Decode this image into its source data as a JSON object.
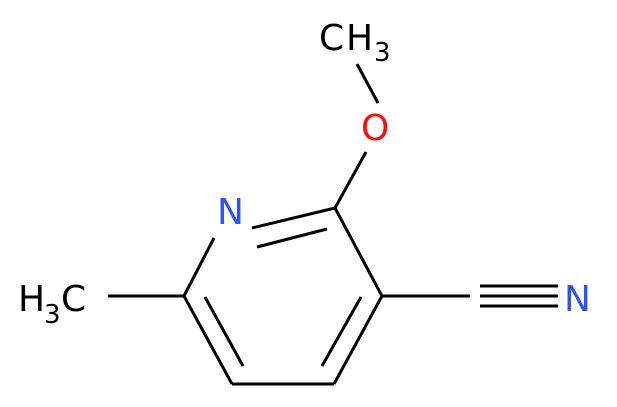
{
  "molecule": {
    "atoms": {
      "methoxy_methyl": {
        "element": "C",
        "hydrogens": "H",
        "h_count": "3",
        "color": "#000000"
      },
      "oxygen": {
        "element": "O",
        "color": "#ff0d0d"
      },
      "ring_nitrogen": {
        "element": "N",
        "color": "#3050f8"
      },
      "nitrile_nitrogen": {
        "element": "N",
        "color": "#3050f8"
      },
      "ring_methyl": {
        "element": "C",
        "hydrogens": "H",
        "h_count": "3",
        "color": "#000000"
      }
    },
    "bond_color": "#000000"
  }
}
